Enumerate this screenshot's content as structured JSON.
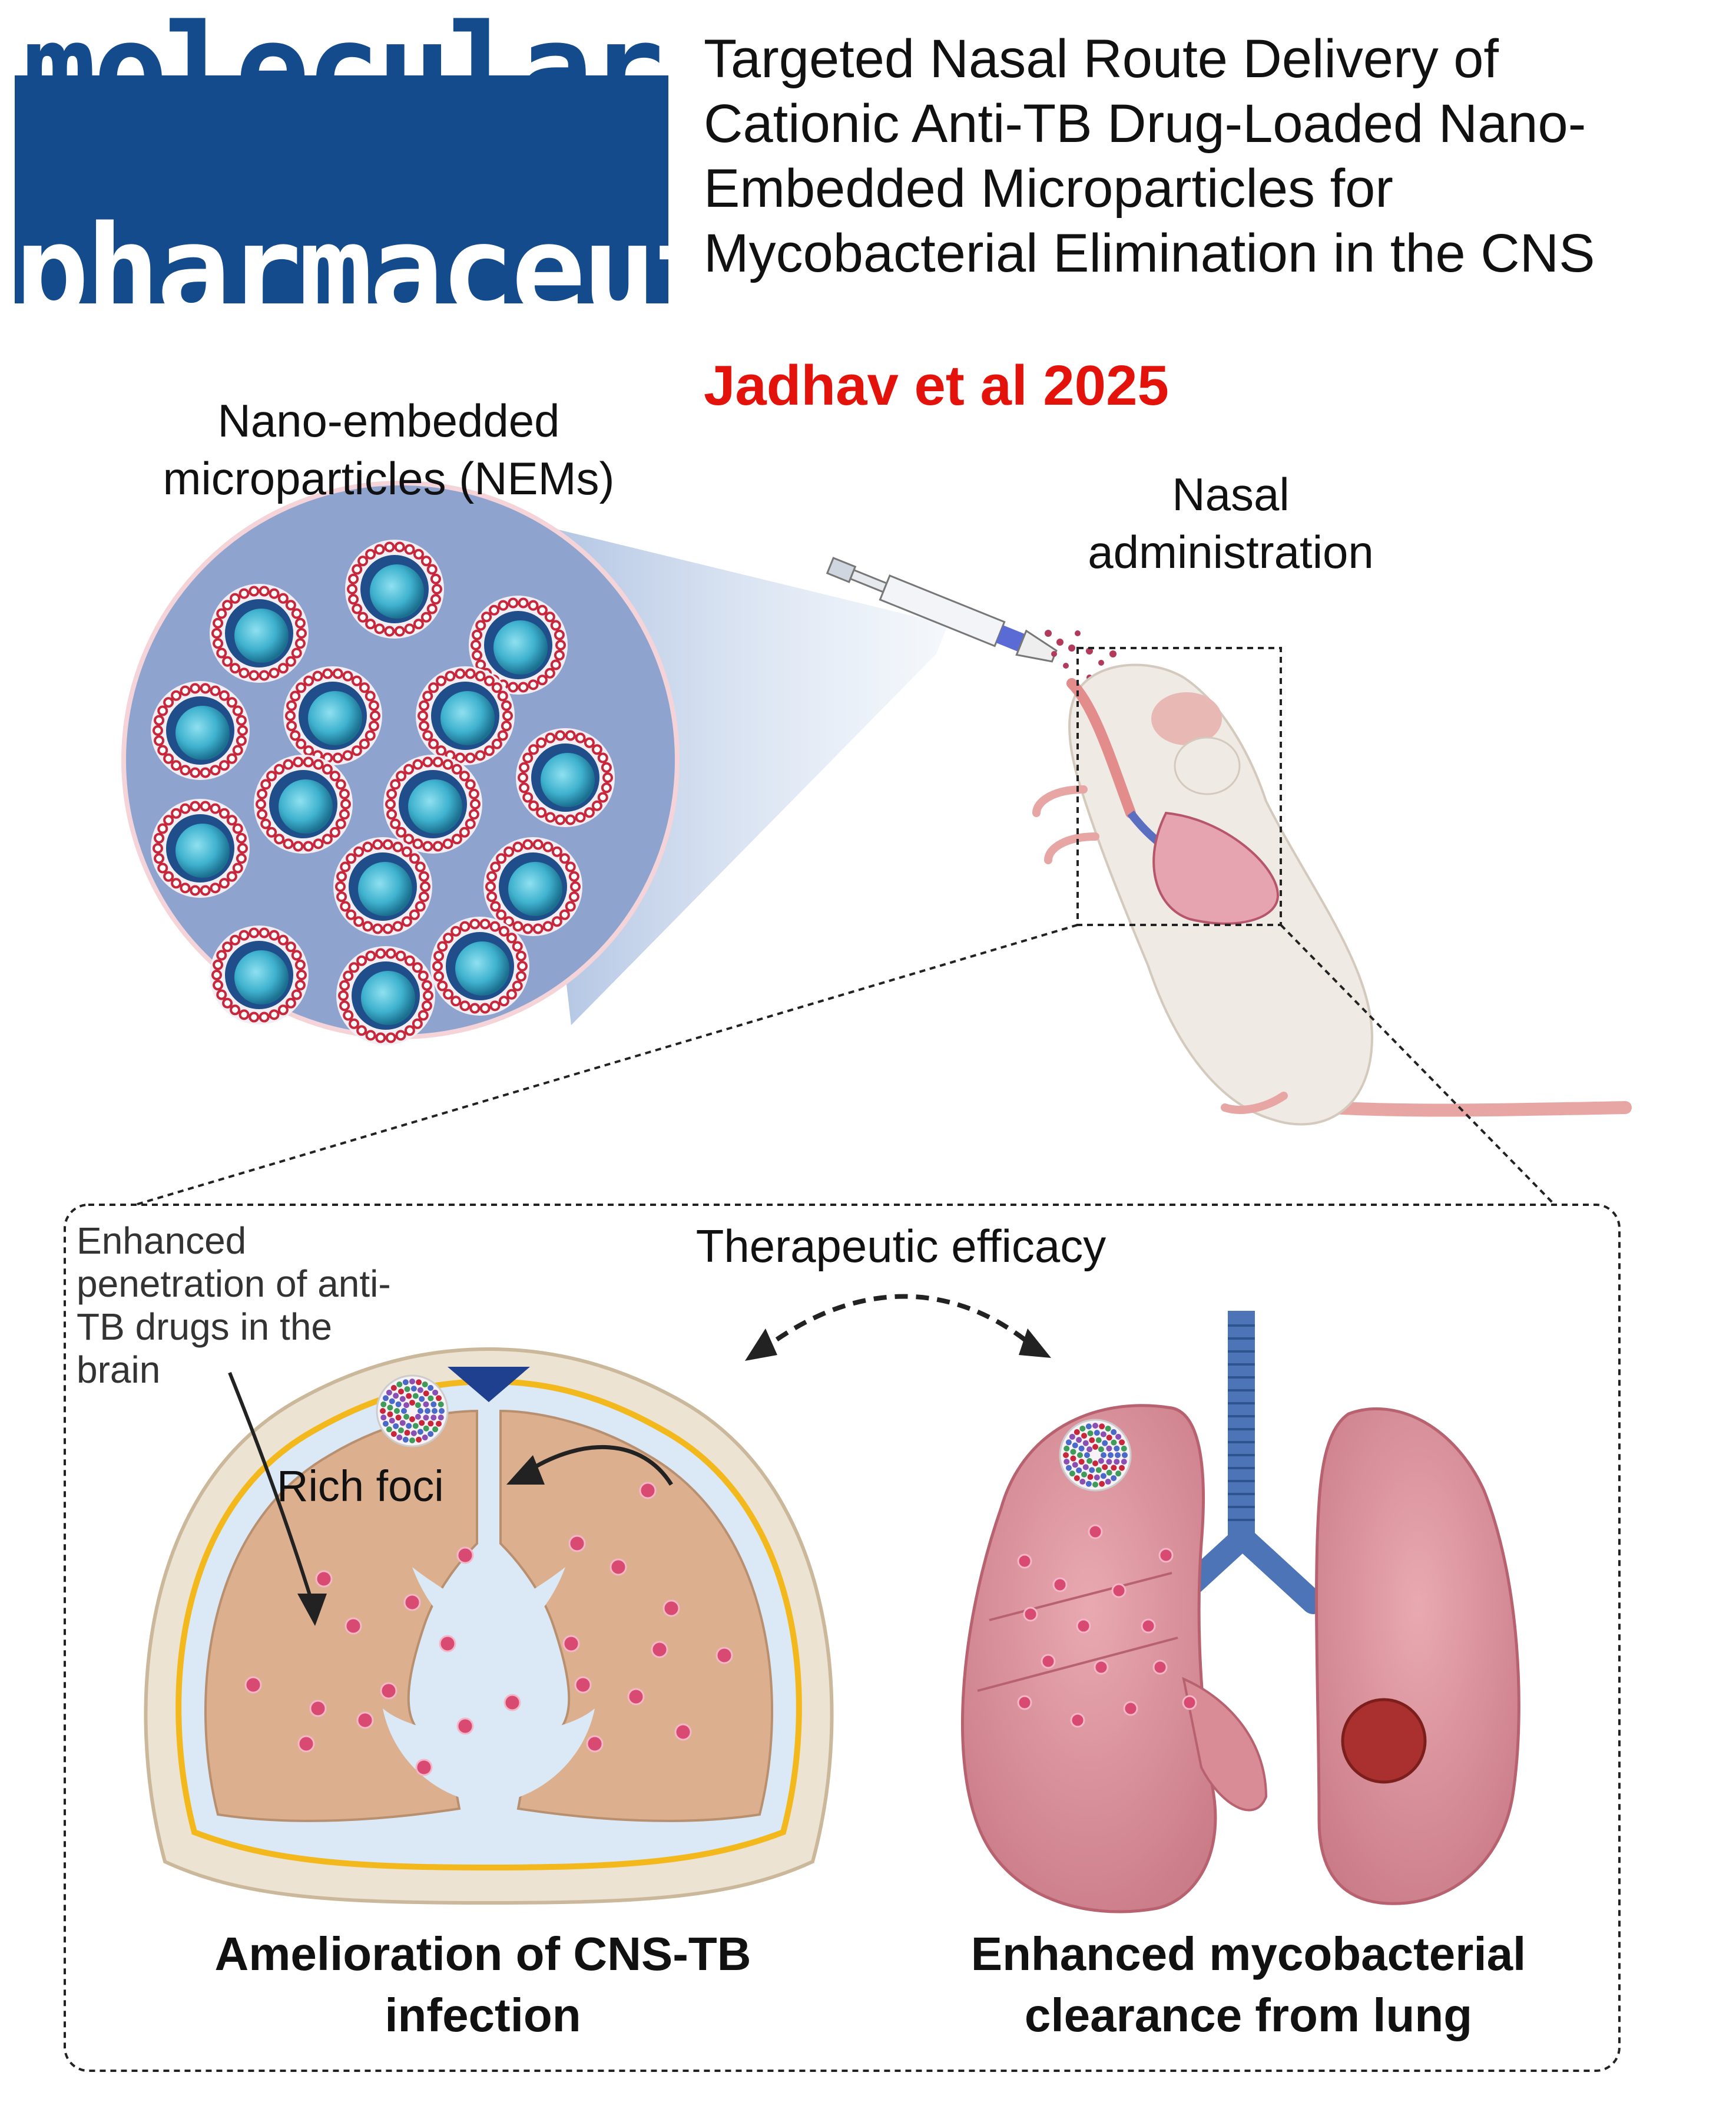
{
  "journal": {
    "line1": "molecular",
    "line2": "pharmaceutics",
    "color": "#134b8c"
  },
  "title": {
    "line1": "Targeted Nasal Route Delivery of",
    "line2": "Cationic Anti-TB Drug-Loaded Nano-",
    "line3": "Embedded Microparticles for",
    "line4": "Mycobacterial Elimination in the CNS"
  },
  "citation": "Jadhav et al 2025",
  "nems": {
    "line1": "Nano-embedded",
    "line2": "microparticles (NEMs)"
  },
  "nasal": {
    "line1": "Nasal",
    "line2": "administration"
  },
  "therapeutic": "Therapeutic efficacy",
  "penetration": {
    "line1": "Enhanced",
    "line2": "penetration of anti-",
    "line3": "TB drugs in the",
    "line4": "brain"
  },
  "rich_foci": "Rich foci",
  "outcomes": {
    "brain_line1": "Amelioration of CNS-TB",
    "brain_line2": "infection",
    "lung_line1": "Enhanced mycobacterial",
    "lung_line2": "clearance from lung"
  },
  "colors": {
    "accent_red": "#e3120b",
    "particle_core": "#3fb2cf",
    "particle_shell": "#c8263b",
    "circle_bg": "#8fa3cf",
    "brain": "#dcb08f",
    "lung": "#d98c96"
  }
}
